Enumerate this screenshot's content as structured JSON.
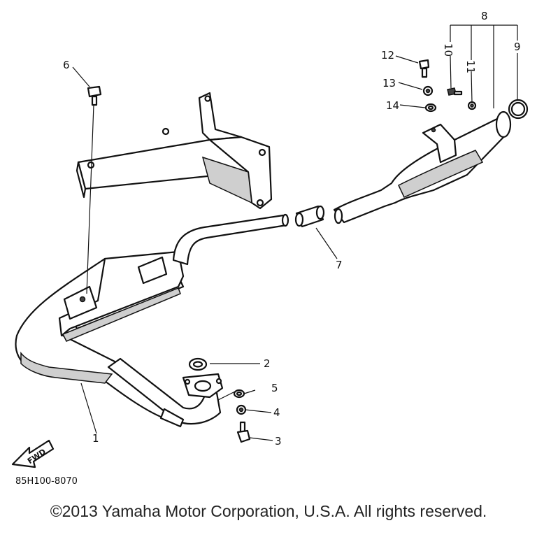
{
  "diagram": {
    "callouts": [
      {
        "id": "1",
        "label": "1"
      },
      {
        "id": "2",
        "label": "2"
      },
      {
        "id": "3",
        "label": "3"
      },
      {
        "id": "4",
        "label": "4"
      },
      {
        "id": "5",
        "label": "5"
      },
      {
        "id": "6",
        "label": "6"
      },
      {
        "id": "7",
        "label": "7"
      },
      {
        "id": "8",
        "label": "8"
      },
      {
        "id": "9",
        "label": "9"
      },
      {
        "id": "10",
        "label": "10"
      },
      {
        "id": "11",
        "label": "11"
      },
      {
        "id": "12",
        "label": "12"
      },
      {
        "id": "13",
        "label": "13"
      },
      {
        "id": "14",
        "label": "14"
      }
    ],
    "fwd_label": "FWD",
    "reference_code": "85H100-8070"
  },
  "footer": {
    "copyright": "©2013 Yamaha Motor Corporation, U.S.A. All rights reserved."
  }
}
